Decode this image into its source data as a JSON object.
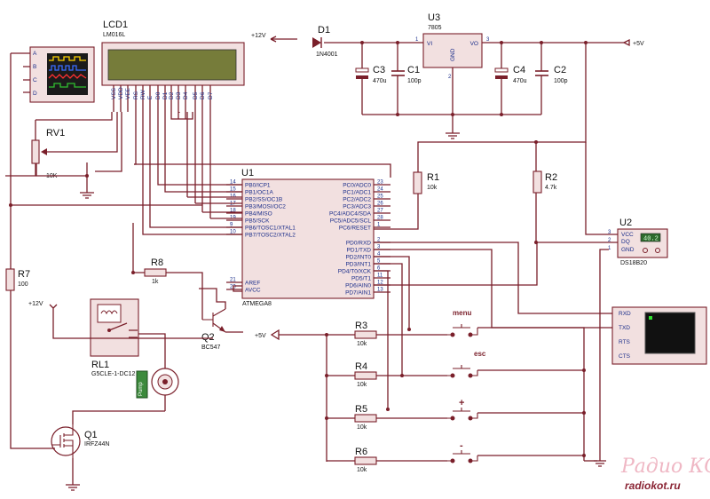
{
  "components": {
    "lcd": {
      "ref": "LCD1",
      "part": "LM016L",
      "pins": [
        "VSS",
        "VDD",
        "VEE",
        "RS",
        "RW",
        "E",
        "D0",
        "D1",
        "D2",
        "D3",
        "D4",
        "D5",
        "D6",
        "D7"
      ]
    },
    "osc": {
      "channels": [
        "A",
        "B",
        "C",
        "D"
      ]
    },
    "rv1": {
      "ref": "RV1",
      "value": "10K"
    },
    "d1": {
      "ref": "D1",
      "part": "1N4001"
    },
    "u3": {
      "ref": "U3",
      "part": "7805",
      "vi": "VI",
      "vo": "VO",
      "gnd": "GND",
      "pin_in": "1",
      "pin_gnd": "2",
      "pin_out": "3"
    },
    "c3": {
      "ref": "C3",
      "value": "470u"
    },
    "c1": {
      "ref": "C1",
      "value": "100p"
    },
    "c4": {
      "ref": "C4",
      "value": "470u"
    },
    "c2": {
      "ref": "C2",
      "value": "100p"
    },
    "u1": {
      "ref": "U1",
      "part": "ATMEGA8",
      "left_pins": [
        {
          "num": "14",
          "name": "PB0/ICP1"
        },
        {
          "num": "15",
          "name": "PB1/OC1A"
        },
        {
          "num": "16",
          "name": "PB2/SS/OC1B"
        },
        {
          "num": "17",
          "name": "PB3/MOSI/OC2"
        },
        {
          "num": "18",
          "name": "PB4/MISO"
        },
        {
          "num": "19",
          "name": "PB5/SCK"
        },
        {
          "num": "9",
          "name": "PB6/TOSC1/XTAL1"
        },
        {
          "num": "10",
          "name": "PB7/TOSC2/XTAL2"
        },
        {
          "num": "21",
          "name": "AREF"
        },
        {
          "num": "20",
          "name": "AVCC"
        }
      ],
      "right_pins": [
        {
          "num": "23",
          "name": "PC0/ADC0"
        },
        {
          "num": "24",
          "name": "PC1/ADC1"
        },
        {
          "num": "25",
          "name": "PC2/ADC2"
        },
        {
          "num": "26",
          "name": "PC3/ADC3"
        },
        {
          "num": "27",
          "name": "PC4/ADC4/SDA"
        },
        {
          "num": "28",
          "name": "PC5/ADC5/SCL"
        },
        {
          "num": "1",
          "name": "PC6/RESET"
        },
        {
          "num": "2",
          "name": "PD0/RXD"
        },
        {
          "num": "3",
          "name": "PD1/TXD"
        },
        {
          "num": "4",
          "name": "PD2/INT0"
        },
        {
          "num": "5",
          "name": "PD3/INT1"
        },
        {
          "num": "6",
          "name": "PD4/T0/XCK"
        },
        {
          "num": "11",
          "name": "PD5/T1"
        },
        {
          "num": "12",
          "name": "PD6/AIN0"
        },
        {
          "num": "13",
          "name": "PD7/AIN1"
        }
      ]
    },
    "r1": {
      "ref": "R1",
      "value": "10k"
    },
    "r2": {
      "ref": "R2",
      "value": "4.7k"
    },
    "u2": {
      "ref": "U2",
      "part": "DS18B20",
      "vcc": "VCC",
      "dq": "DQ",
      "gnd": "GND",
      "display": "40.2",
      "pin1": "3",
      "pin2": "2",
      "pin3": "1"
    },
    "r7": {
      "ref": "R7",
      "value": "100"
    },
    "r8": {
      "ref": "R8",
      "value": "1k"
    },
    "q2": {
      "ref": "Q2",
      "part": "BC547"
    },
    "rl1": {
      "ref": "RL1",
      "part": "G5CLE-1-DC12"
    },
    "motor": {
      "label": "Pump"
    },
    "q1": {
      "ref": "Q1",
      "part": "IRFZ44N"
    },
    "r3": {
      "ref": "R3",
      "value": "10k"
    },
    "r4": {
      "ref": "R4",
      "value": "10k"
    },
    "r5": {
      "ref": "R5",
      "value": "10k"
    },
    "r6": {
      "ref": "R6",
      "value": "10k"
    },
    "terminal": {
      "pins": [
        "RXD",
        "TXD",
        "RTS",
        "CTS"
      ]
    }
  },
  "nets": {
    "v12": "+12V",
    "v5": "+5V"
  },
  "buttons": {
    "menu": "menu",
    "esc": "esc",
    "plus": "+",
    "minus": "-"
  },
  "watermark": {
    "line1": "Радио КОТ",
    "line2": "radiokot.ru"
  }
}
